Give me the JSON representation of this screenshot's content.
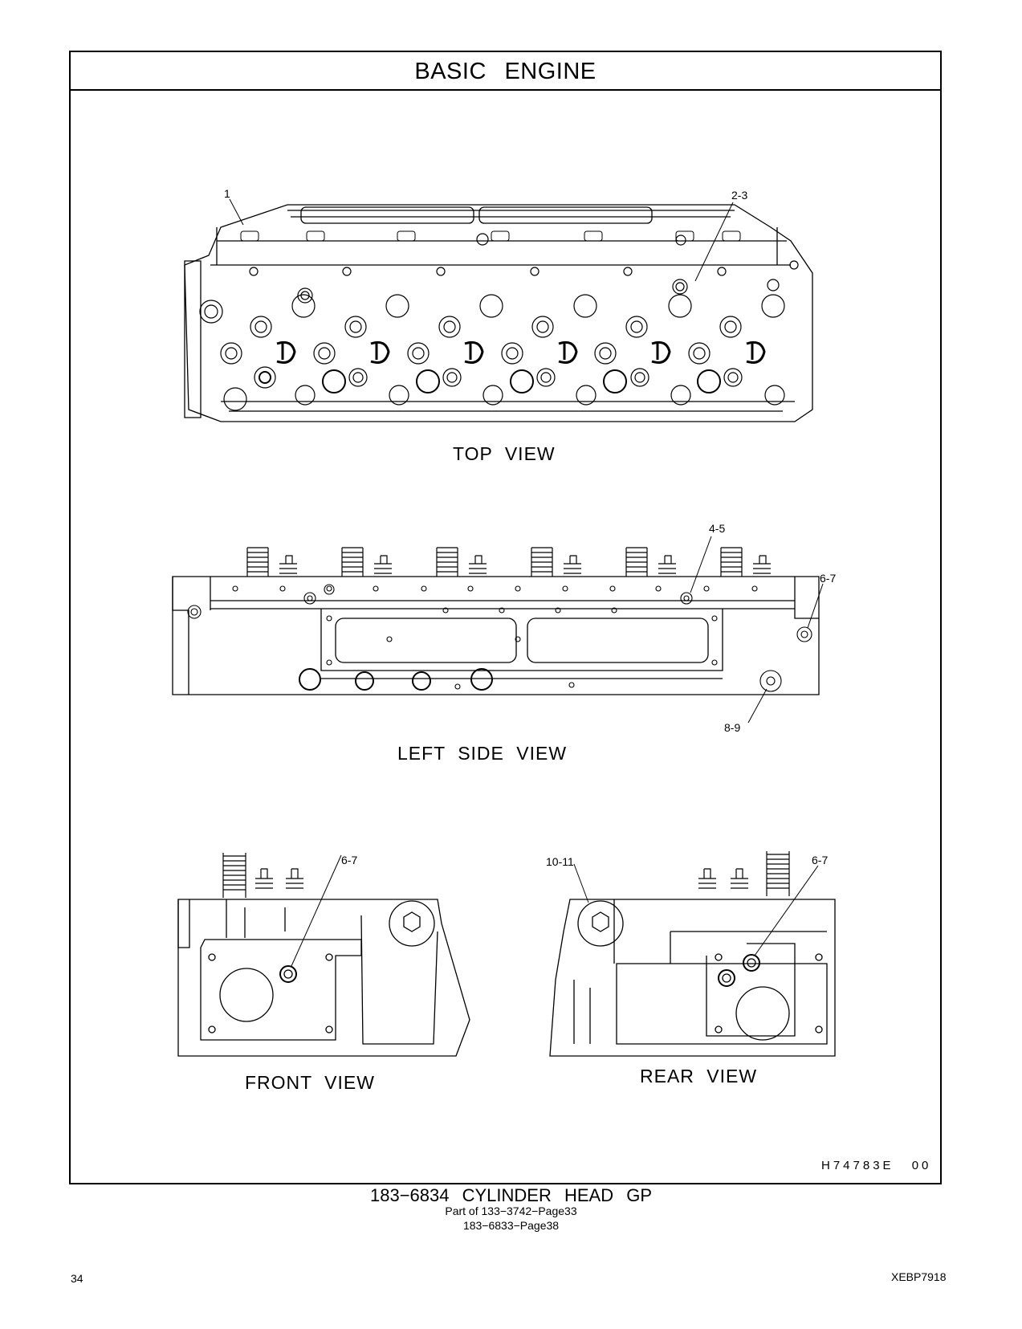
{
  "header": {
    "title": "BASIC   ENGINE"
  },
  "views": {
    "top": "TOP  VIEW",
    "left_side": "LEFT  SIDE  VIEW",
    "front": "FRONT  VIEW",
    "rear": "REAR  VIEW"
  },
  "callouts": {
    "top_1": "1",
    "top_2_3": "2-3",
    "left_4_5": "4-5",
    "left_6_7": "6-7",
    "left_8_9": "8-9",
    "front_6_7": "6-7",
    "rear_10_11": "10-11",
    "rear_6_7": "6-7"
  },
  "illustration_id": "H74783E   00",
  "caption": {
    "main": "183−6834  CYLINDER  HEAD  GP",
    "sub1": "Part of 133−3742−Page33",
    "sub2": "183−6833−Page38"
  },
  "footer": {
    "page_number": "34",
    "doc_code": "XEBP7918"
  }
}
